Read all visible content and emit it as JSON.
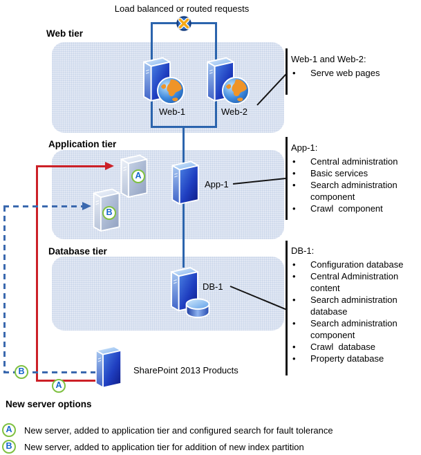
{
  "title": "Load balanced or routed requests",
  "tiers": {
    "web": {
      "label": "Web tier",
      "servers": [
        {
          "name": "Web-1"
        },
        {
          "name": "Web-2"
        }
      ]
    },
    "app": {
      "label": "Application tier",
      "server": "App-1",
      "option_badges": [
        "A",
        "B"
      ]
    },
    "db": {
      "label": "Database tier",
      "server": "DB-1"
    }
  },
  "annotations": {
    "web": {
      "title": "Web-1 and Web-2:",
      "items": [
        "Serve web pages"
      ]
    },
    "app": {
      "title": "App-1:",
      "items": [
        "Central administration",
        "Basic services",
        "Search administration component",
        "Crawl  component"
      ]
    },
    "db": {
      "title": "DB-1:",
      "items": [
        "Configuration database",
        "Central Administration content",
        "Search administration database",
        "Search administration component",
        "Crawl  database",
        "Property database"
      ]
    }
  },
  "bottom": {
    "server_label": "SharePoint 2013 Products",
    "badge_a": "A",
    "badge_b": "B"
  },
  "legend": {
    "heading": "New server options",
    "items": [
      {
        "badge": "A",
        "text": "New server, added to application tier and configured search for fault tolerance"
      },
      {
        "badge": "B",
        "text": "New server, added to application tier for addition of new index partition"
      }
    ]
  },
  "colors": {
    "connector_blue": "#2b64ad",
    "dashed_blue": "#3a68ae",
    "arrow_red": "#cc2027",
    "badge_green": "#7fc141",
    "badge_letter": "#1566cc",
    "tier_fill": "#e2e8f4",
    "lb_orange": "#f5a816"
  }
}
